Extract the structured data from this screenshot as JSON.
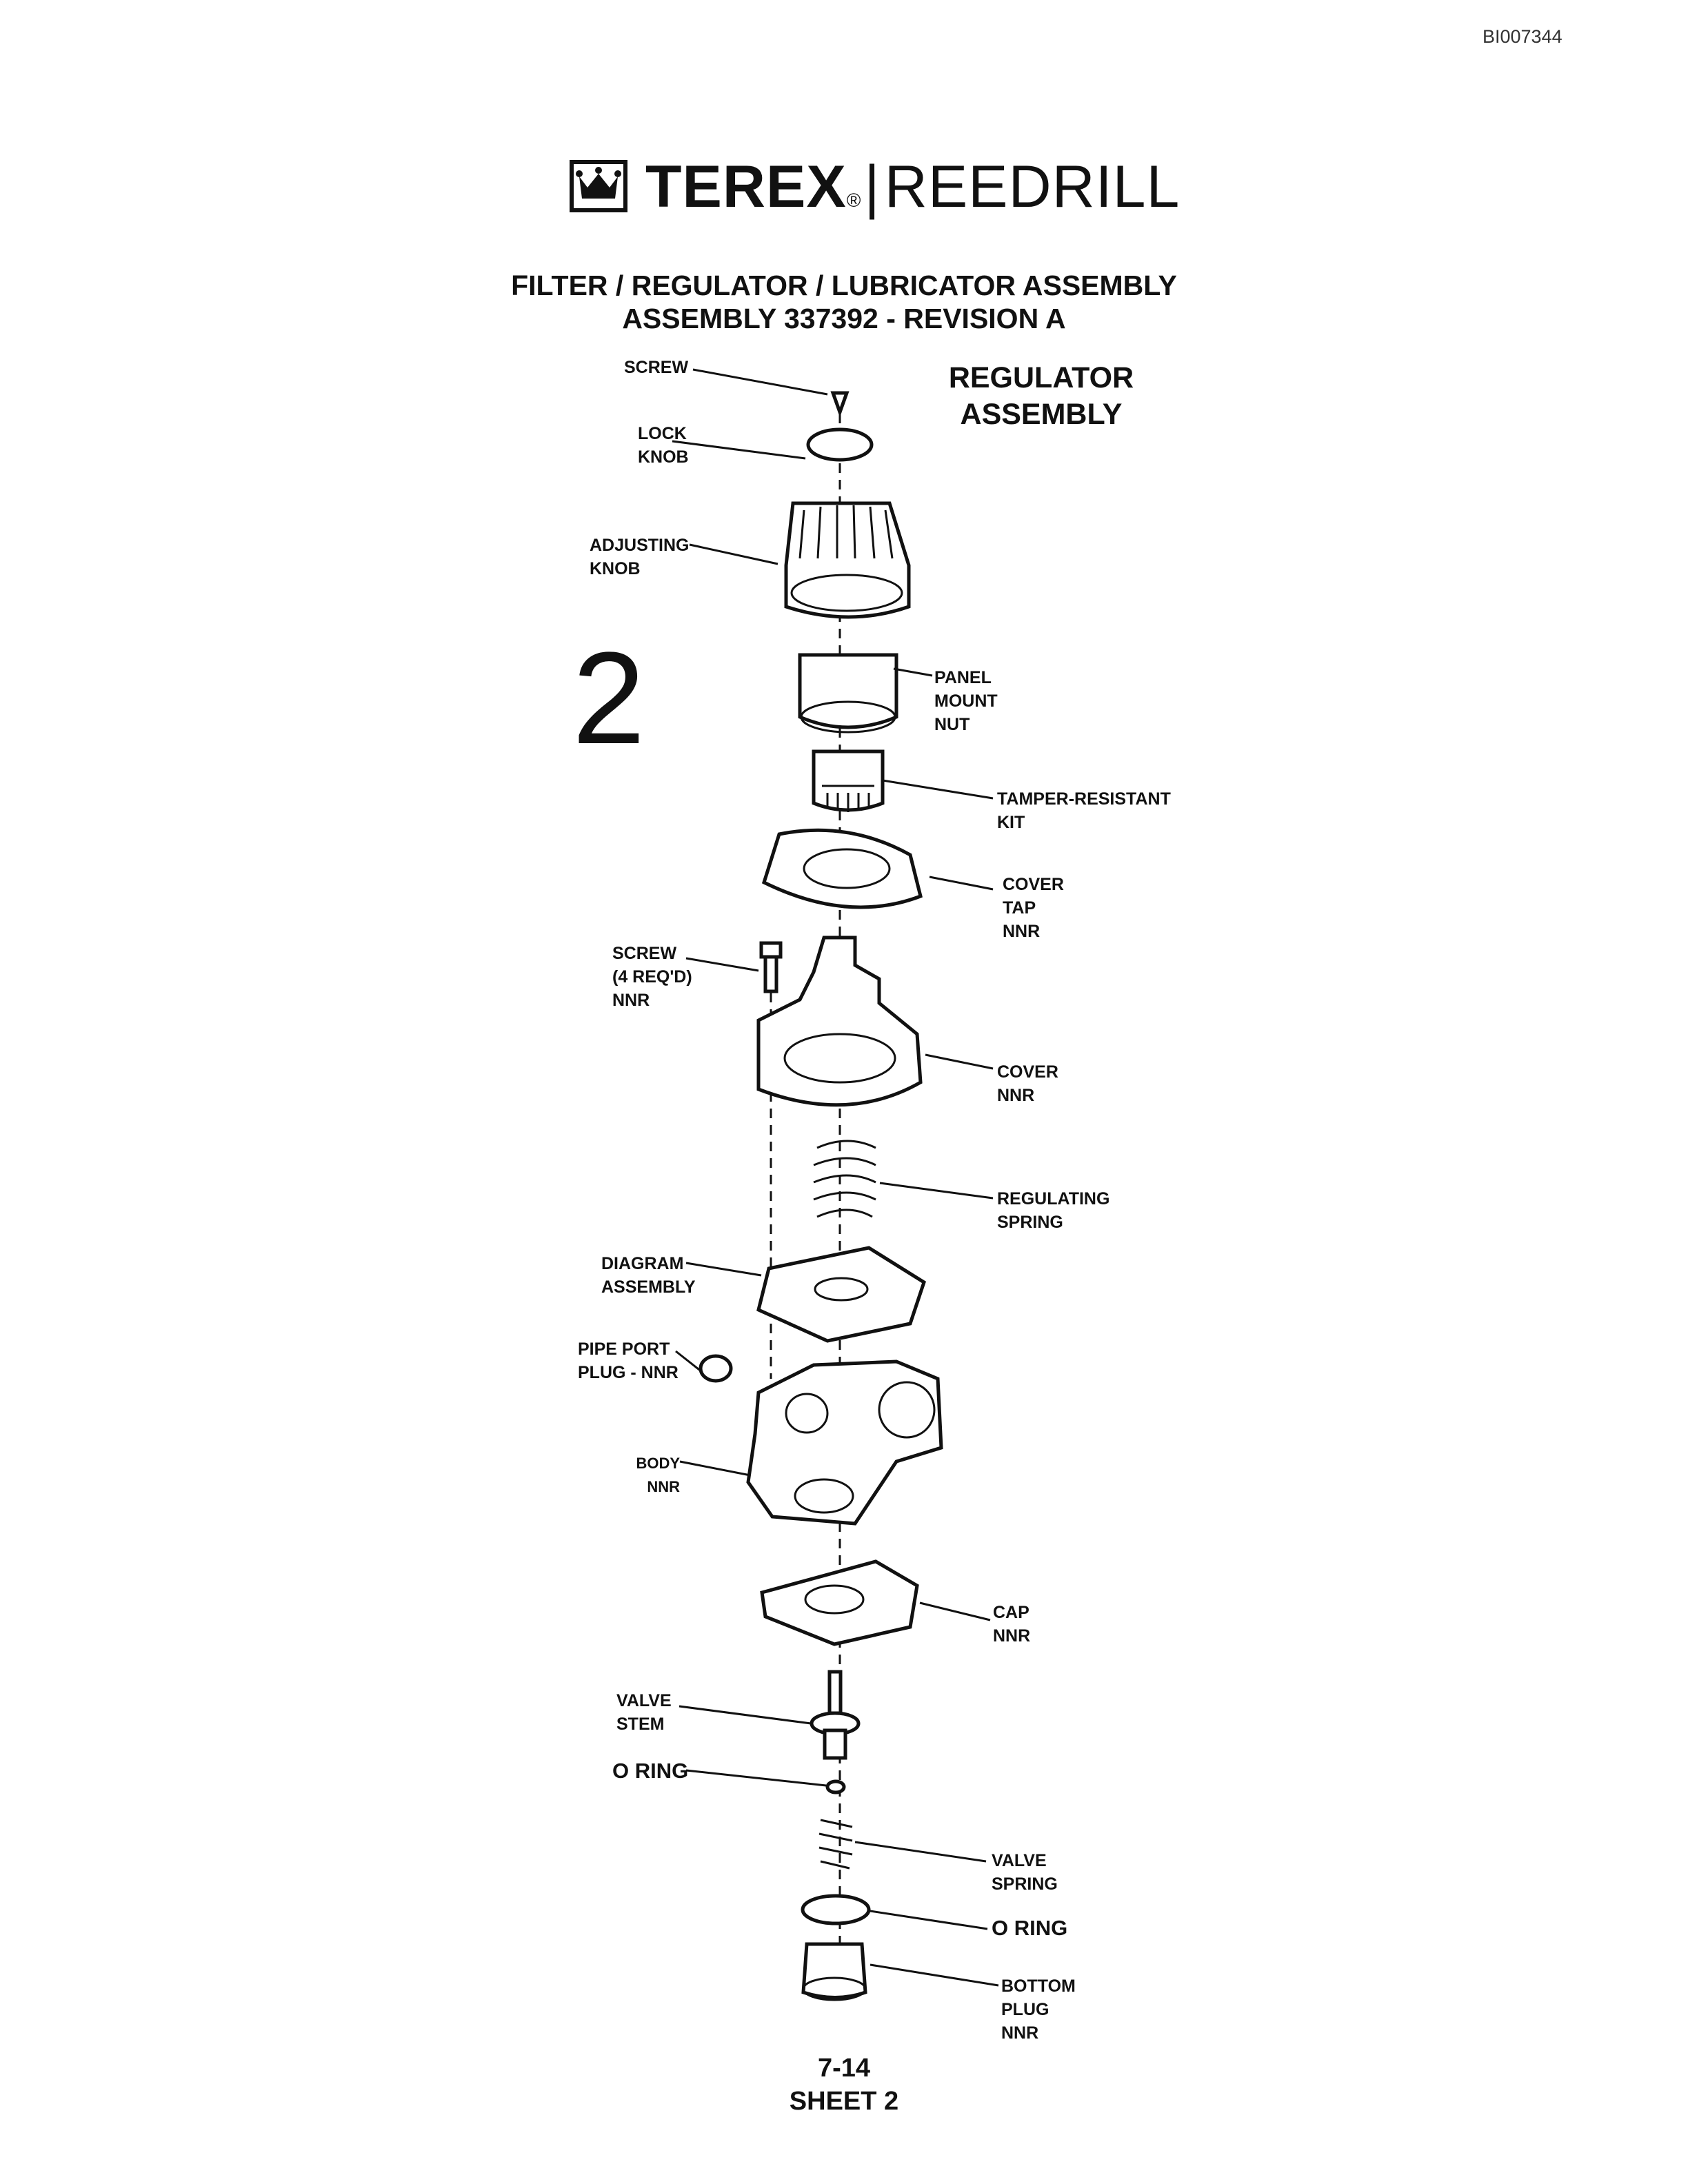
{
  "doc_id": "BI007344",
  "brand": {
    "name": "TEREX",
    "reg": "®",
    "separator": "|",
    "product": "REEDRILL"
  },
  "title_lines": [
    "FILTER / REGULATOR / LUBRICATOR ASSEMBLY",
    "ASSEMBLY 337392 - REVISION A"
  ],
  "subassembly_title": "REGULATOR\nASSEMBLY",
  "sheet_number": "2",
  "labels": {
    "screw_top": "SCREW",
    "lock_knob": "LOCK\nKNOB",
    "adjusting_knob": "ADJUSTING\nKNOB",
    "panel_mount_nut": "PANEL\nMOUNT\nNUT",
    "tamper_kit": "TAMPER-RESISTANT\nKIT",
    "cover_tap": "COVER\nTAP\nNNR",
    "screw_4": "SCREW\n(4 REQ'D)\nNNR",
    "cover": "COVER\nNNR",
    "regulating_spring": "REGULATING\nSPRING",
    "diagram_assembly": "DIAGRAM\nASSEMBLY",
    "pipe_port_plug": "PIPE PORT\nPLUG - NNR",
    "body": "BODY\nNNR",
    "cap": "CAP\nNNR",
    "valve_stem": "VALVE\nSTEM",
    "o_ring_1": "O RING",
    "valve_spring": "VALVE\nSPRING",
    "o_ring_2": "O RING",
    "bottom_plug": "BOTTOM\nPLUG\nNNR"
  },
  "footer": {
    "page": "7-14",
    "sheet": "SHEET 2"
  }
}
